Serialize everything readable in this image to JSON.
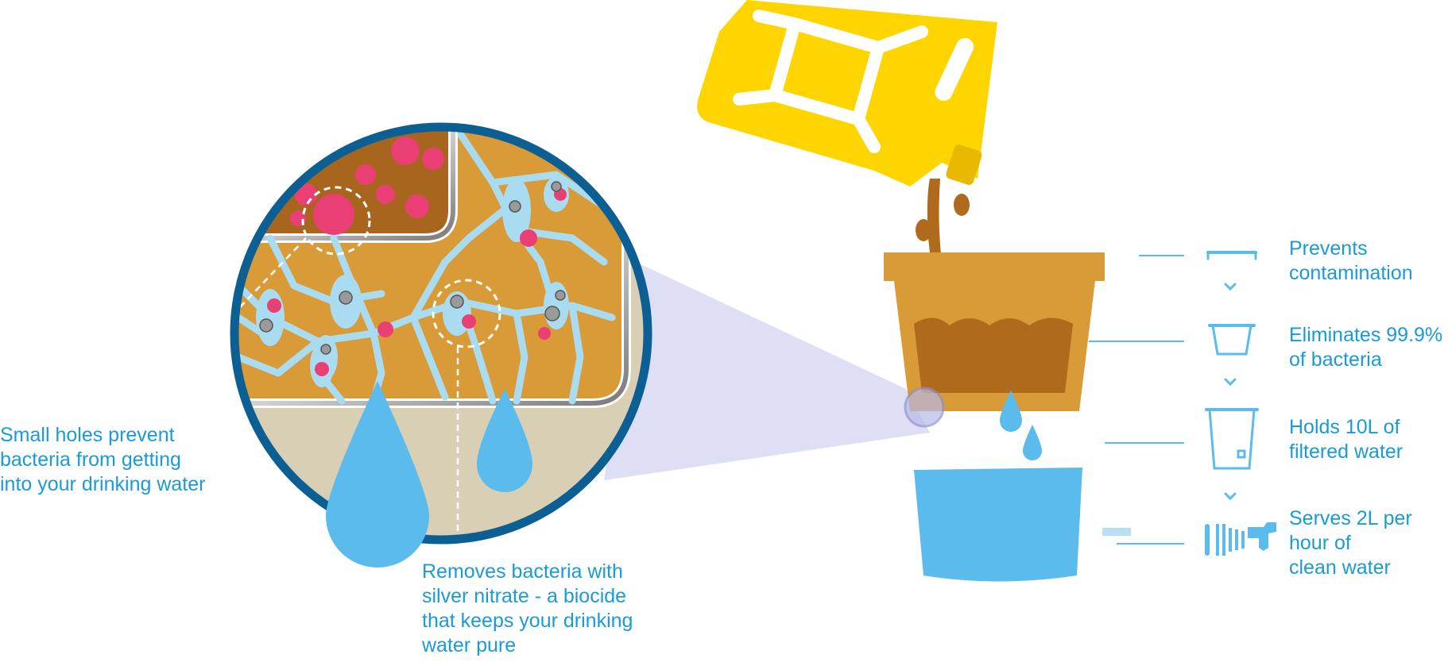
{
  "colors": {
    "text": "#1a9bd7",
    "filter_clay": "#d99a38",
    "dirty_water": "#b06a1c",
    "clean_water": "#5bbbec",
    "jerrycan": "#ffd500",
    "magnifier_ring": "#0c5f92",
    "bacteria": "#ea3f75",
    "membrane": "#a9dcf1",
    "beam": "#d8d9f2",
    "sediment": "#d9cfb4"
  },
  "icons": [
    "jerrycan-icon",
    "lid-icon",
    "filter-pot-icon",
    "water-tank-icon",
    "tap-icon",
    "bacteria-icon",
    "water-drop-icon"
  ],
  "callouts": {
    "holes": "Small holes prevent\nbacteria from getting\ninto your drinking water",
    "silver": "Removes bacteria with\nsilver nitrate - a biocide\nthat keeps your drinking\nwater pure"
  },
  "steps": [
    {
      "label": "Prevents\ncontamination",
      "icon": "lid-icon"
    },
    {
      "label": "Eliminates 99.9%\nof bacteria",
      "icon": "filter-pot-icon"
    },
    {
      "label": "Holds 10L of\nfiltered water",
      "icon": "water-tank-icon"
    },
    {
      "label": "Serves 2L per\nhour of\nclean water",
      "icon": "tap-icon"
    }
  ]
}
